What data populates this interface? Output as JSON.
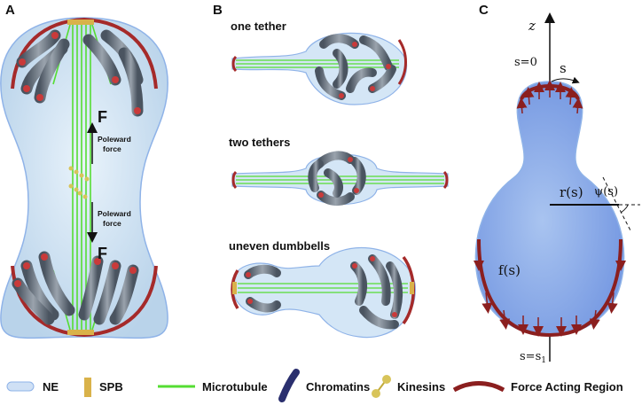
{
  "panels": {
    "a": "A",
    "b": "B",
    "c": "C"
  },
  "panel_a": {
    "force_top": "F",
    "force_top_label_1": "Poleward",
    "force_top_label_2": "force",
    "force_bottom": "F",
    "force_bottom_label_1": "Poleward",
    "force_bottom_label_2": "force"
  },
  "panel_b": {
    "one_tether": "one tether",
    "two_tethers": "two tethers",
    "uneven_dumbbells": "uneven dumbbells"
  },
  "panel_c": {
    "z_axis": "z",
    "s_zero": "s=0",
    "s_arc": "s",
    "r_label": "r(s)",
    "psi_label": "ψ(s)",
    "f_label": "f(s)",
    "s_end": "s=s",
    "s_end_sub": "1"
  },
  "legend": [
    {
      "icon": "ne-icon",
      "label": "NE",
      "color": "#8fb3e8"
    },
    {
      "icon": "spb-icon",
      "label": "SPB",
      "color": "#d9b24a"
    },
    {
      "icon": "microtubule-icon",
      "label": "Microtubule",
      "color": "#55dd33"
    },
    {
      "icon": "chromatins-icon",
      "label": "Chromatins",
      "color": "#2a2f6e"
    },
    {
      "icon": "kinesins-icon",
      "label": "Kinesins",
      "color": "#d8c45a"
    },
    {
      "icon": "force-region-icon",
      "label": "Force Acting Region",
      "color": "#8b1f1f"
    }
  ]
}
